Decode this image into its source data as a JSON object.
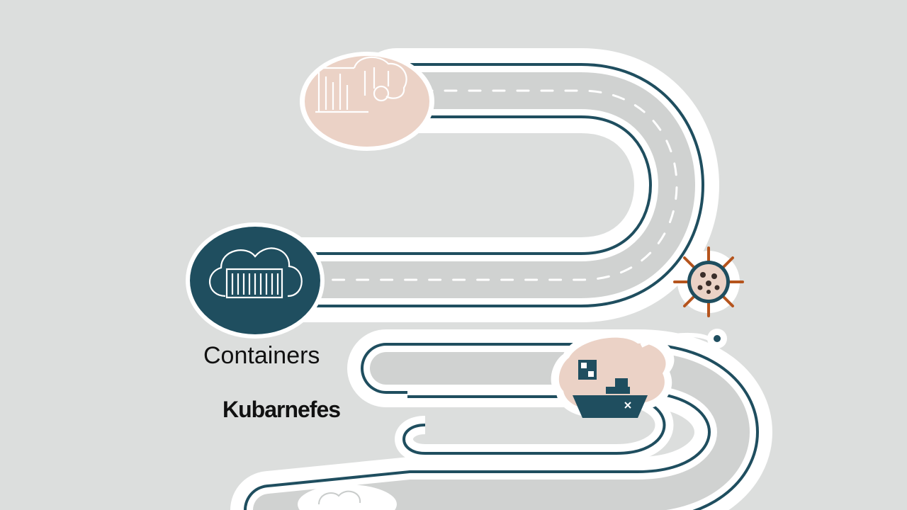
{
  "labels": {
    "containers": "Containers",
    "kubernetes": "Kubarnefes"
  },
  "nodes": [
    {
      "id": "monitoring",
      "icon": "analytics-chart-icon"
    },
    {
      "id": "cloud-container",
      "icon": "cloud-container-icon"
    },
    {
      "id": "orchestration",
      "icon": "ship-wheel-icon"
    },
    {
      "id": "shipping",
      "icon": "container-ship-icon"
    },
    {
      "id": "bottom",
      "icon": "cloud-icon"
    }
  ],
  "colors": {
    "background": "#dcdedd",
    "road": "#d0d2d1",
    "road_edge": "#ffffff",
    "road_outline": "#1f4e5f",
    "node_peach": "#ebd2c6",
    "node_teal": "#1f4e5f",
    "accent_orange": "#b5541d"
  }
}
